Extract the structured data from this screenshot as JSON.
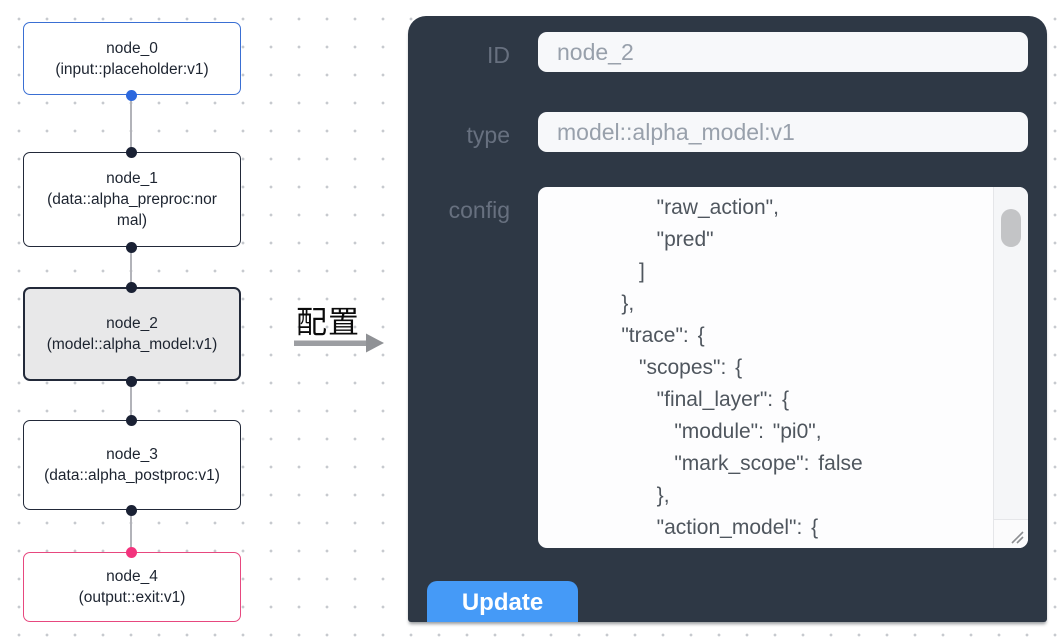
{
  "workflow": {
    "nodes": [
      {
        "id": "node_0",
        "title": "node_0",
        "subtitle": "(input::placeholder:v1)",
        "role": "input"
      },
      {
        "id": "node_1",
        "title": "node_1",
        "subtitle": "(data::alpha_preproc:normal)",
        "role": "processor"
      },
      {
        "id": "node_2",
        "title": "node_2",
        "subtitle": "(model::alpha_model:v1)",
        "role": "model",
        "selected": true
      },
      {
        "id": "node_3",
        "title": "node_3",
        "subtitle": "(data::alpha_postproc:v1)",
        "role": "processor"
      },
      {
        "id": "node_4",
        "title": "node_4",
        "subtitle": "(output::exit:v1)",
        "role": "output"
      }
    ]
  },
  "transition": {
    "label": "配置"
  },
  "config_panel": {
    "id_field": {
      "label": "ID",
      "value": "node_2"
    },
    "type_field": {
      "label": "type",
      "value": "model::alpha_model:v1"
    },
    "config_field": {
      "label": "config",
      "value": "        \"raw_action\",\n        \"pred\"\n      ]\n    },\n    \"trace\": {\n      \"scopes\": {\n        \"final_layer\": {\n          \"module\": \"pi0\",\n          \"mark_scope\": false\n        },\n        \"action_model\": {"
    },
    "update_button": "Update"
  },
  "colors": {
    "panel_bg": "#2e3845",
    "input_node_border": "#3a6fd3",
    "default_node_border": "#222939",
    "selected_node_bg": "#e8e8e9",
    "output_node_border": "#e7487f",
    "input_handle": "#2c68de",
    "output_handle": "#f3337d",
    "update_button_bg": "#459af7"
  }
}
